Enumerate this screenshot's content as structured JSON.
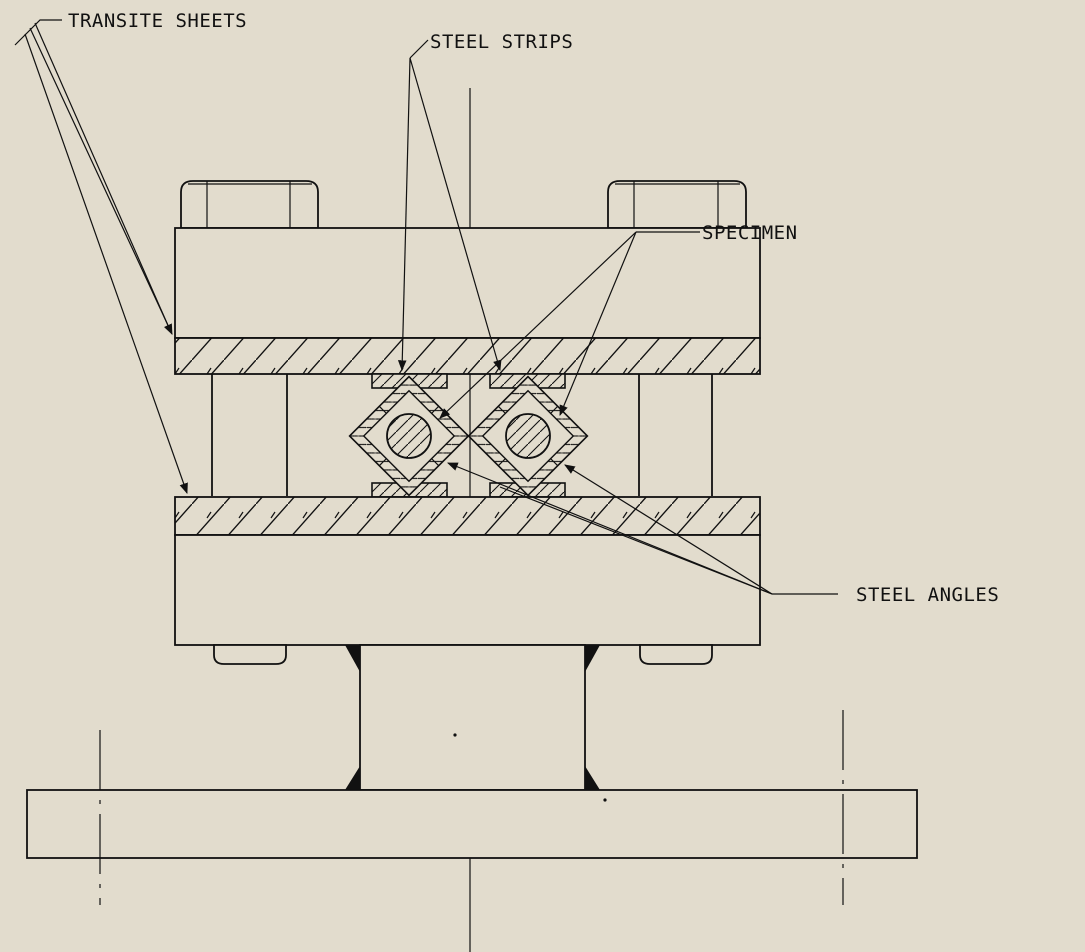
{
  "diagram": {
    "labels": {
      "transite_sheets": "TRANSITE SHEETS",
      "steel_strips": "STEEL STRIPS",
      "specimen": "SPECIMEN",
      "steel_angles": "STEEL ANGLES"
    },
    "colors": {
      "paper": "#e2dccd",
      "ink": "#111111"
    }
  }
}
